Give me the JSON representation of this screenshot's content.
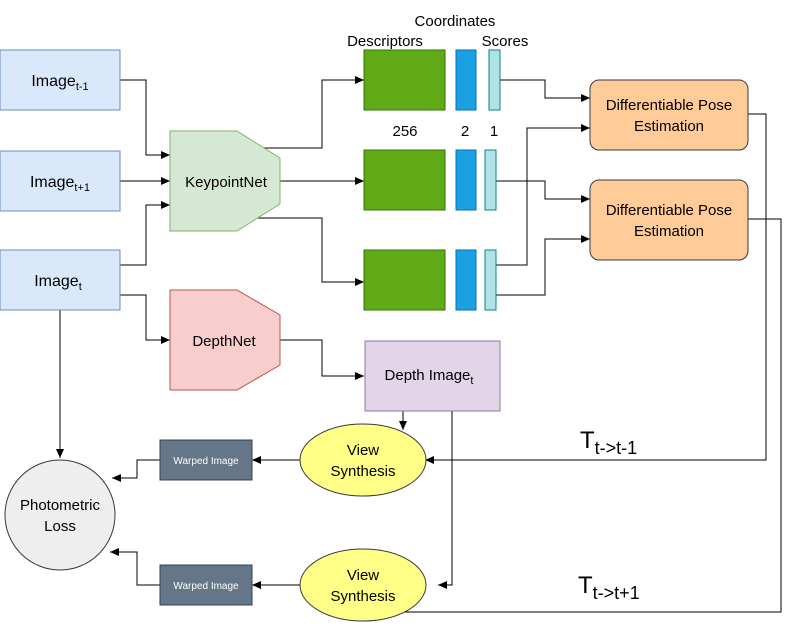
{
  "inputs": {
    "image_prev": {
      "base": "Image",
      "sub": "t-1"
    },
    "image_next": {
      "base": "Image",
      "sub": "t+1"
    },
    "image_t": {
      "base": "Image",
      "sub": "t"
    }
  },
  "networks": {
    "keypointnet": "KeypointNet",
    "depthnet": "DepthNet"
  },
  "depth_image": {
    "base": "Depth Image",
    "sub": "t"
  },
  "keypoint_outputs": {
    "descriptors_label": "Descriptors",
    "coordinates_label": "Coordinates",
    "scores_label": "Scores",
    "descriptors_dim": "256",
    "coordinates_dim": "2",
    "scores_dim": "1"
  },
  "pose_estimation": {
    "line1": "Differentiable Pose",
    "line2": "Estimation"
  },
  "view_synthesis": {
    "line1": "View",
    "line2": "Synthesis"
  },
  "warped_image": "Warped Image",
  "photometric_loss": {
    "line1": "Photometric",
    "line2": "Loss"
  },
  "transforms": {
    "t_prev": {
      "base": "T",
      "sub": "t->t-1"
    },
    "t_next": {
      "base": "T",
      "sub": "t->t+1"
    }
  },
  "colors": {
    "input_fill": "#dae8fc",
    "input_stroke": "#6c8ebf",
    "keypoint_fill": "#d5e8d4",
    "keypoint_stroke": "#82b366",
    "depthnet_fill": "#f8cecc",
    "depthnet_stroke": "#b85450",
    "depth_fill": "#e1d5e7",
    "depth_stroke": "#9673a6",
    "pose_fill": "#ffcc99",
    "pose_stroke": "#36393d",
    "view_fill": "#ffff88",
    "view_stroke": "#36393d",
    "warped_fill": "#647687",
    "loss_fill": "#eeeeee",
    "descriptor_fill": "#60a917",
    "coord_fill": "#1ba1e2",
    "score_fill": "#b0e3e6"
  }
}
